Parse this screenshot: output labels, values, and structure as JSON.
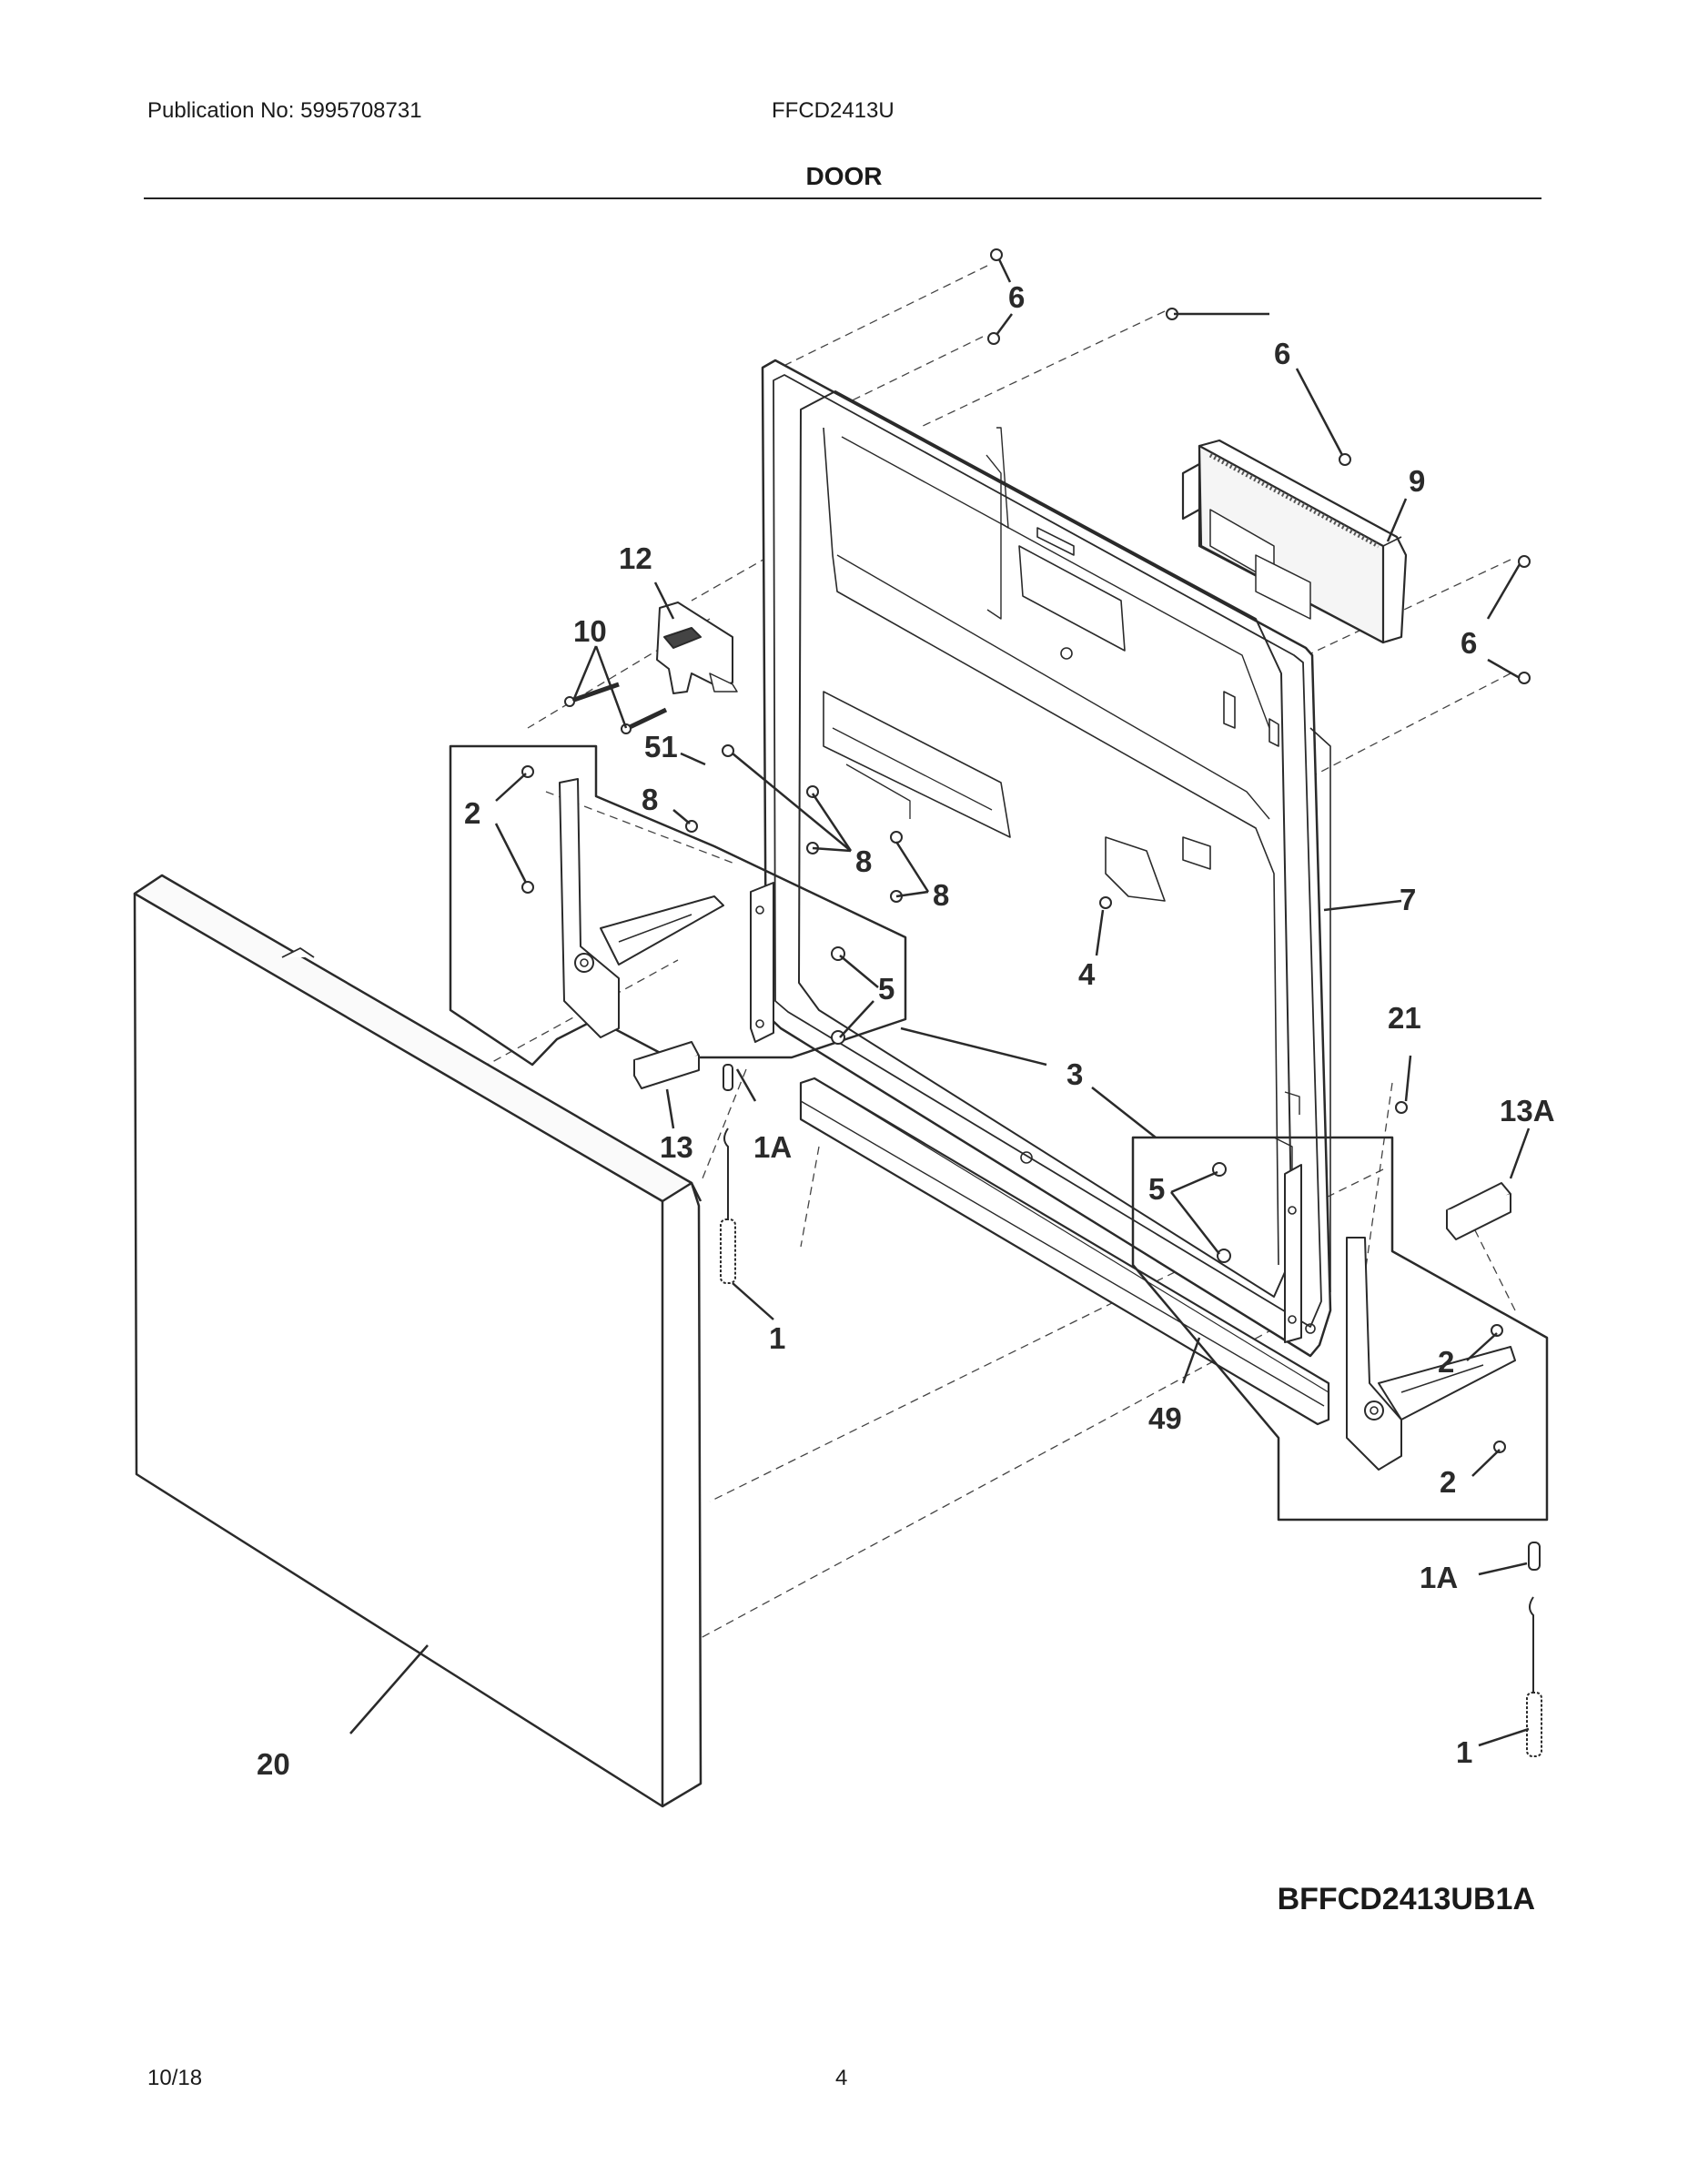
{
  "header": {
    "publication": "Publication No: 5995708731",
    "model": "FFCD2413U",
    "section": "DOOR"
  },
  "diagram": {
    "id": "BFFCD2413UB1A",
    "callouts": [
      {
        "key": "c6a",
        "text": "6"
      },
      {
        "key": "c6b",
        "text": "6"
      },
      {
        "key": "c9",
        "text": "9"
      },
      {
        "key": "c12",
        "text": "12"
      },
      {
        "key": "c10",
        "text": "10"
      },
      {
        "key": "c6c",
        "text": "6"
      },
      {
        "key": "c51",
        "text": "51"
      },
      {
        "key": "c2a",
        "text": "2"
      },
      {
        "key": "c8a",
        "text": "8"
      },
      {
        "key": "c8b",
        "text": "8"
      },
      {
        "key": "c8c",
        "text": "8"
      },
      {
        "key": "c7",
        "text": "7"
      },
      {
        "key": "c5a",
        "text": "5"
      },
      {
        "key": "c4",
        "text": "4"
      },
      {
        "key": "c21",
        "text": "21"
      },
      {
        "key": "c3",
        "text": "3"
      },
      {
        "key": "c13a",
        "text": "13A"
      },
      {
        "key": "c13",
        "text": "13"
      },
      {
        "key": "c1a1",
        "text": "1A"
      },
      {
        "key": "c5b",
        "text": "5"
      },
      {
        "key": "c1a",
        "text": "1"
      },
      {
        "key": "c2b",
        "text": "2"
      },
      {
        "key": "c49",
        "text": "49"
      },
      {
        "key": "c2c",
        "text": "2"
      },
      {
        "key": "c1a2",
        "text": "1A"
      },
      {
        "key": "c20",
        "text": "20"
      },
      {
        "key": "c1b",
        "text": "1"
      }
    ]
  },
  "footer": {
    "date": "10/18",
    "page": "4"
  }
}
